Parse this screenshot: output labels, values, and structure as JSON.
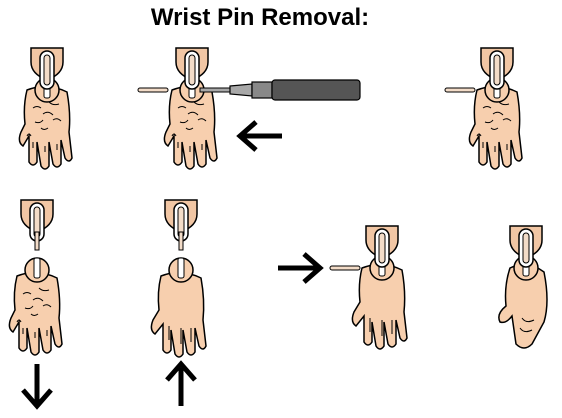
{
  "title": "Wrist Pin Removal:",
  "colors": {
    "skin": "#f7cfae",
    "skin_shadow": "#c9905f",
    "outline": "#000000",
    "socket": "#f1c6a4",
    "pin": "#f3dcc8",
    "tool_dark": "#555555",
    "tool_light": "#a8a8a8"
  },
  "steps": [
    {
      "step": 1,
      "pose": "back",
      "pin": "in",
      "loose_pin": false,
      "tool": false,
      "arrow": "none"
    },
    {
      "step": 2,
      "pose": "back",
      "pin": "in",
      "loose_pin": true,
      "tool": true,
      "arrow": "left"
    },
    {
      "step": 3,
      "pose": "back",
      "pin": "removed",
      "loose_pin": true,
      "tool": false,
      "arrow": "none"
    },
    {
      "step": 4,
      "pose": "back",
      "pin": "removed",
      "separated": true,
      "arrow": "down"
    },
    {
      "step": 5,
      "pose": "palm",
      "pin": "removed",
      "separated": true,
      "arrow": "up"
    },
    {
      "step": 6,
      "pose": "palm",
      "pin": "removed",
      "loose_pin": true,
      "arrow": "right"
    },
    {
      "step": 7,
      "pose": "side",
      "pin": "in",
      "arrow": "none"
    }
  ],
  "icons": [
    "arrow-left-icon",
    "arrow-down-icon",
    "arrow-up-icon",
    "arrow-right-icon"
  ]
}
